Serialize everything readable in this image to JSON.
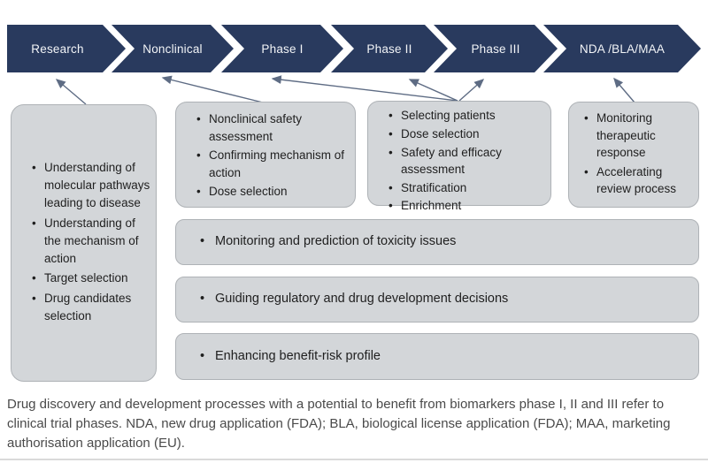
{
  "banner": {
    "phases": [
      {
        "label": "Research"
      },
      {
        "label": "Nonclinical"
      },
      {
        "label": "Phase I"
      },
      {
        "label": "Phase II"
      },
      {
        "label": "Phase III"
      },
      {
        "label": "NDA /BLA/MAA"
      }
    ]
  },
  "boxes": {
    "research": {
      "items": [
        "Understanding of molecular pathways leading to disease",
        "Understanding of the mechanism of action",
        "Target selection",
        "Drug candidates selection"
      ]
    },
    "nonclinical": {
      "items": [
        "Nonclinical safety assessment",
        "Confirming mechanism of action",
        "Dose selection"
      ]
    },
    "clinical": {
      "items": [
        "Selecting patients",
        "Dose selection",
        "Safety and efficacy assessment",
        "Stratification",
        "Enrichment"
      ]
    },
    "nda": {
      "items": [
        "Monitoring therapeutic response",
        "Accelerating review process"
      ]
    },
    "wide": [
      {
        "text": "Monitoring and prediction of toxicity issues"
      },
      {
        "text": "Guiding regulatory and drug development decisions"
      },
      {
        "text": "Enhancing benefit-risk profile"
      }
    ]
  },
  "caption": {
    "text": "Drug discovery and development processes with a potential to benefit from biomarkers phase I, II and III refer to clinical trial phases. NDA, new drug application (FDA); BLA, biological license application (FDA); MAA, marketing authorisation application (EU)."
  },
  "colors": {
    "banner_fill": "#293a5e",
    "banner_text": "#f2f4f7",
    "box_fill": "#d3d6d9",
    "box_border": "#aeb2b6",
    "connector": "#5e6c84",
    "caption_text": "#4a4a4a"
  }
}
